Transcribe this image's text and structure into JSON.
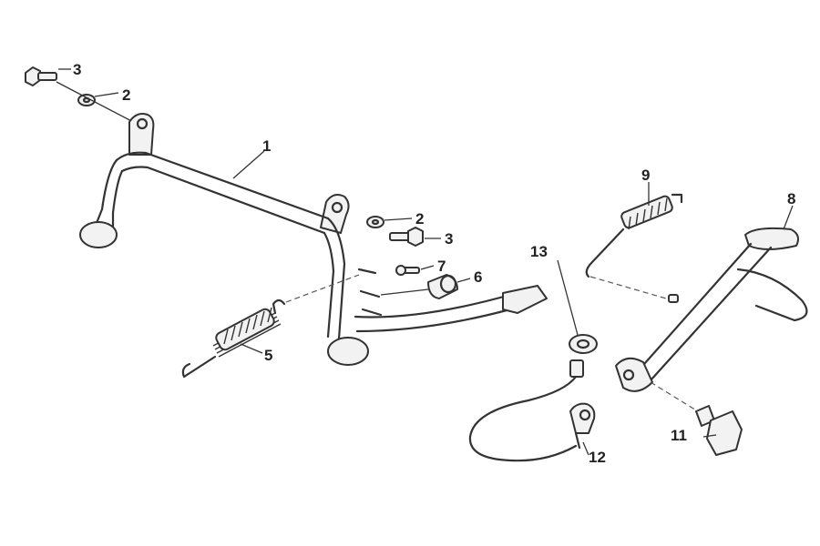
{
  "callouts": {
    "c1": "1",
    "c2a": "2",
    "c2b": "2",
    "c3a": "3",
    "c3b": "3",
    "c5": "5",
    "c6": "6",
    "c7": "7",
    "c8": "8",
    "c9": "9",
    "c11": "11",
    "c12": "12",
    "c13": "13"
  }
}
